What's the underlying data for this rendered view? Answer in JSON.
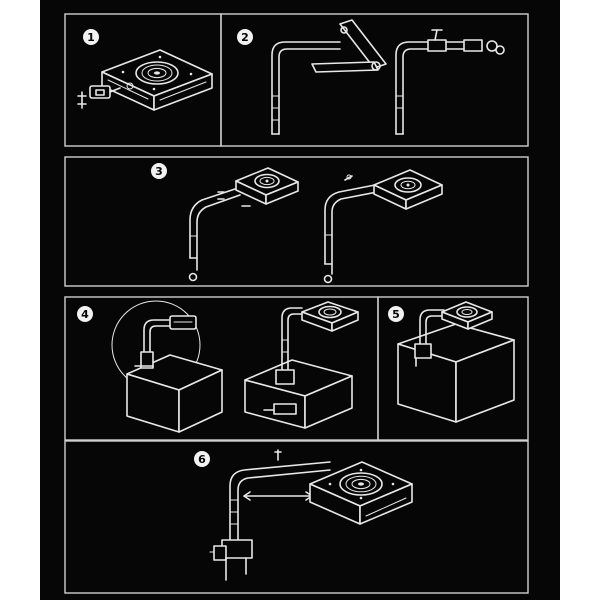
{
  "steps": [
    {
      "number": "1"
    },
    {
      "number": "2"
    },
    {
      "number": "3"
    },
    {
      "number": "4"
    },
    {
      "number": "5"
    },
    {
      "number": "6"
    }
  ],
  "colors": {
    "background": "#060606",
    "line": "#e8e8e8",
    "frame": "#cfcfcf",
    "page_margin": "#ffffff"
  },
  "icons": [
    "light-fixture-icon",
    "mounting-arm-icon",
    "aquarium-tank-icon",
    "mounting-clamp-icon",
    "screw-icon",
    "arrow-icon"
  ]
}
